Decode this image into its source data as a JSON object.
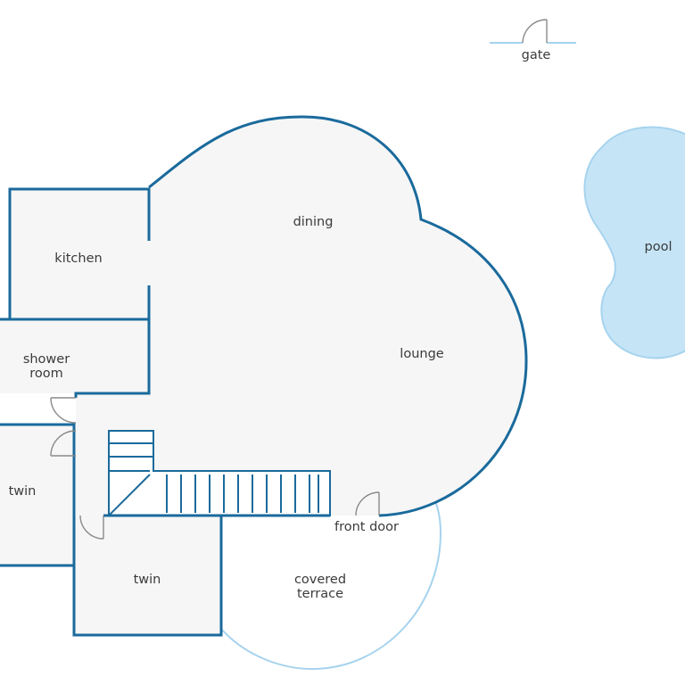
{
  "floorplan": {
    "labels": {
      "gate": "gate",
      "pool": "pool",
      "kitchen": "kitchen",
      "dining": "dining",
      "lounge": "lounge",
      "shower_room": [
        "shower",
        "room"
      ],
      "twin_left": "twin",
      "twin_bottom": "twin",
      "front_door": "front door",
      "covered_terrace": [
        "covered",
        "terrace"
      ]
    },
    "colors": {
      "wall": "#1a6a9c",
      "room_fill": "#f6f6f6",
      "pool_fill": "#c5e5f7",
      "pool_outline": "#a6d3ee",
      "door": "#8a8a8a",
      "label": "#3b3b3b"
    }
  }
}
